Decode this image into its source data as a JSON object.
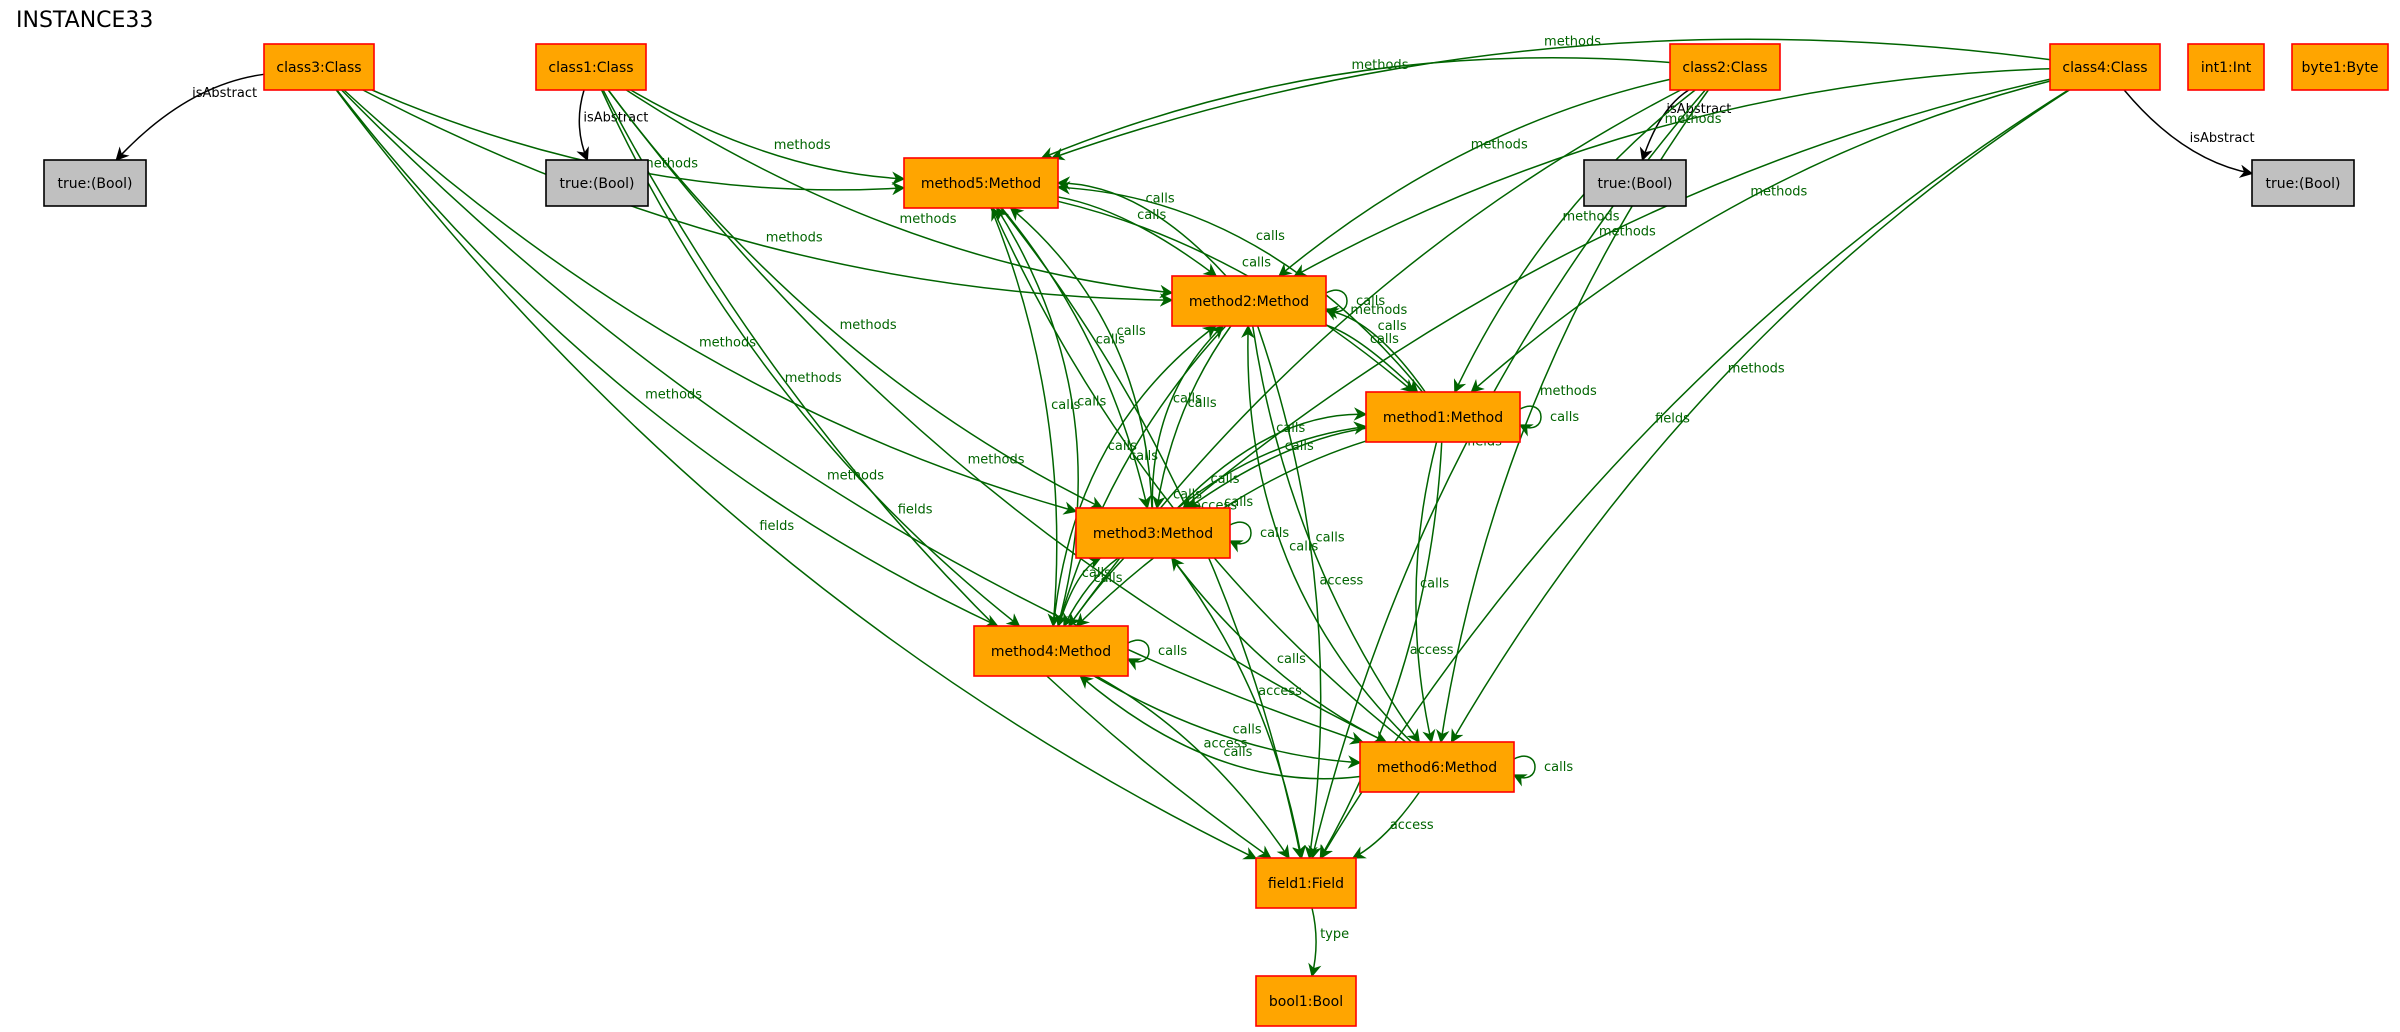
{
  "title": "INSTANCE33",
  "colors": {
    "node_fill": "#ffa500",
    "node_stroke": "#ff0000",
    "bool_fill": "#c0c0c0",
    "bool_stroke": "#000000",
    "edge": "#006400",
    "edge_label": "#006400",
    "abstract_edge": "#000000"
  },
  "nodes": [
    {
      "id": "class3",
      "label": "class3:Class",
      "kind": "class"
    },
    {
      "id": "class1",
      "label": "class1:Class",
      "kind": "class"
    },
    {
      "id": "class2",
      "label": "class2:Class",
      "kind": "class"
    },
    {
      "id": "class4",
      "label": "class4:Class",
      "kind": "class"
    },
    {
      "id": "int1",
      "label": "int1:Int",
      "kind": "class"
    },
    {
      "id": "byte1",
      "label": "byte1:Byte",
      "kind": "class"
    },
    {
      "id": "bool_c3",
      "label": "true:(Bool)",
      "kind": "bool"
    },
    {
      "id": "bool_c1",
      "label": "true:(Bool)",
      "kind": "bool"
    },
    {
      "id": "bool_c2",
      "label": "true:(Bool)",
      "kind": "bool"
    },
    {
      "id": "bool_c4",
      "label": "true:(Bool)",
      "kind": "bool"
    },
    {
      "id": "method5",
      "label": "method5:Method",
      "kind": "method"
    },
    {
      "id": "method2",
      "label": "method2:Method",
      "kind": "method"
    },
    {
      "id": "method1",
      "label": "method1:Method",
      "kind": "method"
    },
    {
      "id": "method3",
      "label": "method3:Method",
      "kind": "method"
    },
    {
      "id": "method4",
      "label": "method4:Method",
      "kind": "method"
    },
    {
      "id": "method6",
      "label": "method6:Method",
      "kind": "method"
    },
    {
      "id": "field1",
      "label": "field1:Field",
      "kind": "class"
    },
    {
      "id": "bool1",
      "label": "bool1:Bool",
      "kind": "class"
    }
  ],
  "edges": [
    {
      "from": "class3",
      "to": "bool_c3",
      "label": "isAbstract",
      "style": "abstract"
    },
    {
      "from": "class1",
      "to": "bool_c1",
      "label": "isAbstract",
      "style": "abstract"
    },
    {
      "from": "class2",
      "to": "bool_c2",
      "label": "isAbstract",
      "style": "abstract"
    },
    {
      "from": "class4",
      "to": "bool_c4",
      "label": "isAbstract",
      "style": "abstract"
    },
    {
      "from": "class3",
      "to": "method5",
      "label": "methods"
    },
    {
      "from": "class3",
      "to": "method2",
      "label": "methods"
    },
    {
      "from": "class3",
      "to": "method3",
      "label": "methods"
    },
    {
      "from": "class3",
      "to": "method4",
      "label": "methods"
    },
    {
      "from": "class3",
      "to": "method6",
      "label": "methods"
    },
    {
      "from": "class3",
      "to": "field1",
      "label": "fields"
    },
    {
      "from": "class1",
      "to": "method5",
      "label": "methods"
    },
    {
      "from": "class1",
      "to": "method2",
      "label": "methods"
    },
    {
      "from": "class1",
      "to": "method3",
      "label": "methods"
    },
    {
      "from": "class1",
      "to": "method4",
      "label": "methods"
    },
    {
      "from": "class1",
      "to": "method6",
      "label": "methods"
    },
    {
      "from": "class1",
      "to": "field1",
      "label": "fields"
    },
    {
      "from": "class2",
      "to": "method5",
      "label": "methods"
    },
    {
      "from": "class2",
      "to": "method2",
      "label": "methods"
    },
    {
      "from": "class2",
      "to": "method1",
      "label": "methods"
    },
    {
      "from": "class2",
      "to": "method4",
      "label": "methods"
    },
    {
      "from": "class2",
      "to": "method6",
      "label": "methods"
    },
    {
      "from": "class2",
      "to": "field1",
      "label": "fields"
    },
    {
      "from": "class4",
      "to": "method5",
      "label": "methods"
    },
    {
      "from": "class4",
      "to": "method2",
      "label": "methods"
    },
    {
      "from": "class4",
      "to": "method1",
      "label": "methods"
    },
    {
      "from": "class4",
      "to": "method3",
      "label": "methods"
    },
    {
      "from": "class4",
      "to": "method6",
      "label": "methods"
    },
    {
      "from": "class4",
      "to": "field1",
      "label": "fields"
    },
    {
      "from": "method5",
      "to": "method2",
      "label": "calls"
    },
    {
      "from": "method2",
      "to": "method5",
      "label": "calls"
    },
    {
      "from": "method5",
      "to": "method3",
      "label": "calls"
    },
    {
      "from": "method5",
      "to": "method4",
      "label": "calls"
    },
    {
      "from": "method5",
      "to": "method1",
      "label": "calls"
    },
    {
      "from": "method1",
      "to": "method5",
      "label": "calls"
    },
    {
      "from": "method4",
      "to": "method5",
      "label": "calls"
    },
    {
      "from": "method3",
      "to": "method5",
      "label": "calls"
    },
    {
      "from": "method6",
      "to": "method5",
      "label": "calls"
    },
    {
      "from": "method5",
      "to": "field1",
      "label": "access"
    },
    {
      "from": "method2",
      "to": "method2",
      "label": "calls",
      "self": true
    },
    {
      "from": "method2",
      "to": "method1",
      "label": "calls"
    },
    {
      "from": "method1",
      "to": "method2",
      "label": "calls"
    },
    {
      "from": "method2",
      "to": "method3",
      "label": "calls"
    },
    {
      "from": "method3",
      "to": "method2",
      "label": "calls"
    },
    {
      "from": "method2",
      "to": "method4",
      "label": "calls"
    },
    {
      "from": "method4",
      "to": "method2",
      "label": "calls"
    },
    {
      "from": "method2",
      "to": "method6",
      "label": "calls"
    },
    {
      "from": "method6",
      "to": "method2",
      "label": "calls"
    },
    {
      "from": "method2",
      "to": "field1",
      "label": "access"
    },
    {
      "from": "method1",
      "to": "method1",
      "label": "calls",
      "self": true
    },
    {
      "from": "method1",
      "to": "method3",
      "label": "calls"
    },
    {
      "from": "method3",
      "to": "method1",
      "label": "calls"
    },
    {
      "from": "method1",
      "to": "method4",
      "label": "calls"
    },
    {
      "from": "method4",
      "to": "method1",
      "label": "calls"
    },
    {
      "from": "method1",
      "to": "method6",
      "label": "calls"
    },
    {
      "from": "method1",
      "to": "field1",
      "label": "access"
    },
    {
      "from": "method3",
      "to": "method3",
      "label": "calls",
      "self": true
    },
    {
      "from": "method3",
      "to": "method4",
      "label": "calls"
    },
    {
      "from": "method4",
      "to": "method3",
      "label": "calls"
    },
    {
      "from": "method6",
      "to": "method3",
      "label": "calls"
    },
    {
      "from": "method3",
      "to": "field1",
      "label": "access"
    },
    {
      "from": "method4",
      "to": "method4",
      "label": "calls",
      "self": true
    },
    {
      "from": "method4",
      "to": "method6",
      "label": "calls"
    },
    {
      "from": "method6",
      "to": "method4",
      "label": "calls"
    },
    {
      "from": "method4",
      "to": "field1",
      "label": "access"
    },
    {
      "from": "method6",
      "to": "method6",
      "label": "calls",
      "self": true
    },
    {
      "from": "method6",
      "to": "field1",
      "label": "access"
    },
    {
      "from": "field1",
      "to": "bool1",
      "label": "type"
    }
  ]
}
